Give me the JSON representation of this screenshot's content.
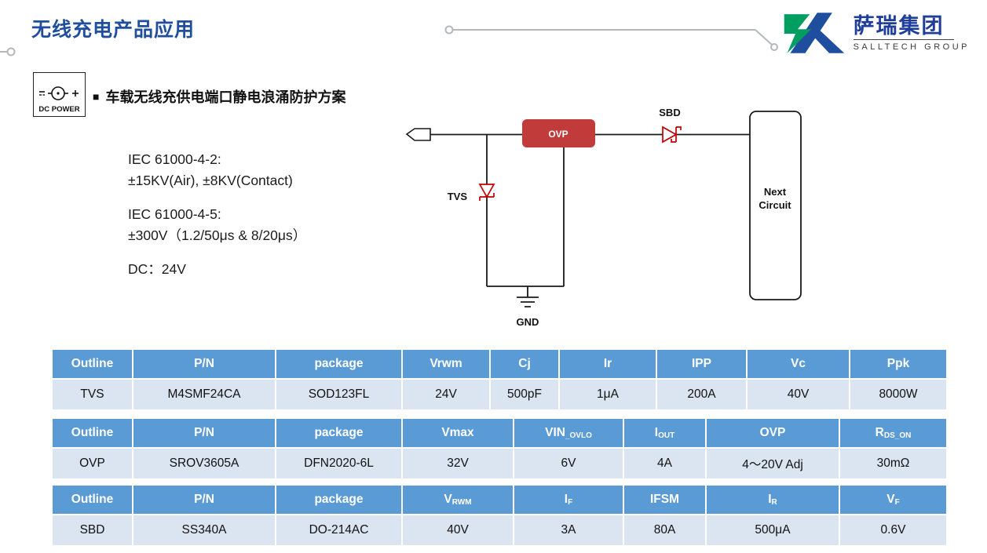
{
  "page": {
    "title": "无线充电产品应用"
  },
  "logo": {
    "name": "萨瑞集团",
    "subtitle": "SALLTECH GROUP"
  },
  "dc_power": {
    "label": "DC POWER"
  },
  "section": {
    "bullet": "■",
    "heading": "车载无线充供电端口静电浪涌防护方案"
  },
  "specs": {
    "iec1_title": "IEC 61000-4-2:",
    "iec1_value": "±15KV(Air), ±8KV(Contact)",
    "iec2_title": "IEC 61000-4-5:",
    "iec2_value": "±300V（1.2/50μs & 8/20μs）",
    "dc": "DC：24V"
  },
  "circuit": {
    "tvs": "TVS",
    "ovp": "OVP",
    "sbd": "SBD",
    "gnd": "GND",
    "next_line1": "Next",
    "next_line2": "Circuit"
  },
  "colors": {
    "title_blue": "#1F4E9C",
    "table_header_blue": "#5B9BD5",
    "table_row_bg": "#DBE5F1",
    "ovp_red": "#C13B3B",
    "diode_red": "#C00000",
    "logo_green": "#009E60",
    "logo_blue": "#1F4E9E"
  },
  "tables": [
    {
      "headers": [
        {
          "t": "Outline"
        },
        {
          "t": "P/N"
        },
        {
          "t": "package"
        },
        {
          "t": "Vrwm"
        },
        {
          "t": "Cj"
        },
        {
          "t": "Ir"
        },
        {
          "t": "IPP"
        },
        {
          "t": "Vc"
        },
        {
          "t": "Ppk"
        }
      ],
      "row": [
        "TVS",
        "M4SMF24CA",
        "SOD123FL",
        "24V",
        "500pF",
        "1μA",
        "200A",
        "40V",
        "8000W"
      ]
    },
    {
      "headers": [
        {
          "t": "Outline"
        },
        {
          "t": "P/N"
        },
        {
          "t": "package"
        },
        {
          "t": "Vmax"
        },
        {
          "t": "VIN",
          "s": "_OVLO"
        },
        {
          "t": "I",
          "s": "OUT"
        },
        {
          "t": "OVP"
        },
        {
          "t": "R",
          "s": "DS_ON"
        }
      ],
      "row": [
        "OVP",
        "SROV3605A",
        "DFN2020-6L",
        "32V",
        "6V",
        "4A",
        "4～20V Adj",
        "30mΩ"
      ]
    },
    {
      "headers": [
        {
          "t": "Outline"
        },
        {
          "t": "P/N"
        },
        {
          "t": "package"
        },
        {
          "t": "V",
          "s": "RWM"
        },
        {
          "t": "I",
          "s": "F"
        },
        {
          "t": "IFSM"
        },
        {
          "t": "I",
          "s": "R"
        },
        {
          "t": "V",
          "s": "F"
        }
      ],
      "row": [
        "SBD",
        "SS340A",
        "DO-214AC",
        "40V",
        "3A",
        "80A",
        "500μA",
        "0.6V"
      ]
    }
  ]
}
